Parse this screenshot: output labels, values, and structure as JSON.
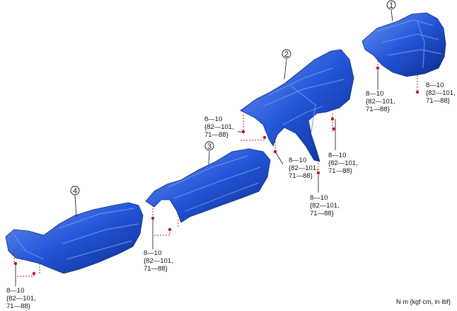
{
  "parts": [
    {
      "callout": "1"
    },
    {
      "callout": "2"
    },
    {
      "callout": "3"
    },
    {
      "callout": "4"
    }
  ],
  "torque": {
    "line1": "8—10",
    "line2": "{82—101,",
    "line3": "71—88}"
  },
  "units_label": "N·m {kgf·cm, in·lbf}",
  "colors": {
    "shield_base": "#1f4fd1",
    "shield_dark": "#0e2f9c",
    "shield_light": "#5b86ef",
    "marker": "#c8102e"
  }
}
